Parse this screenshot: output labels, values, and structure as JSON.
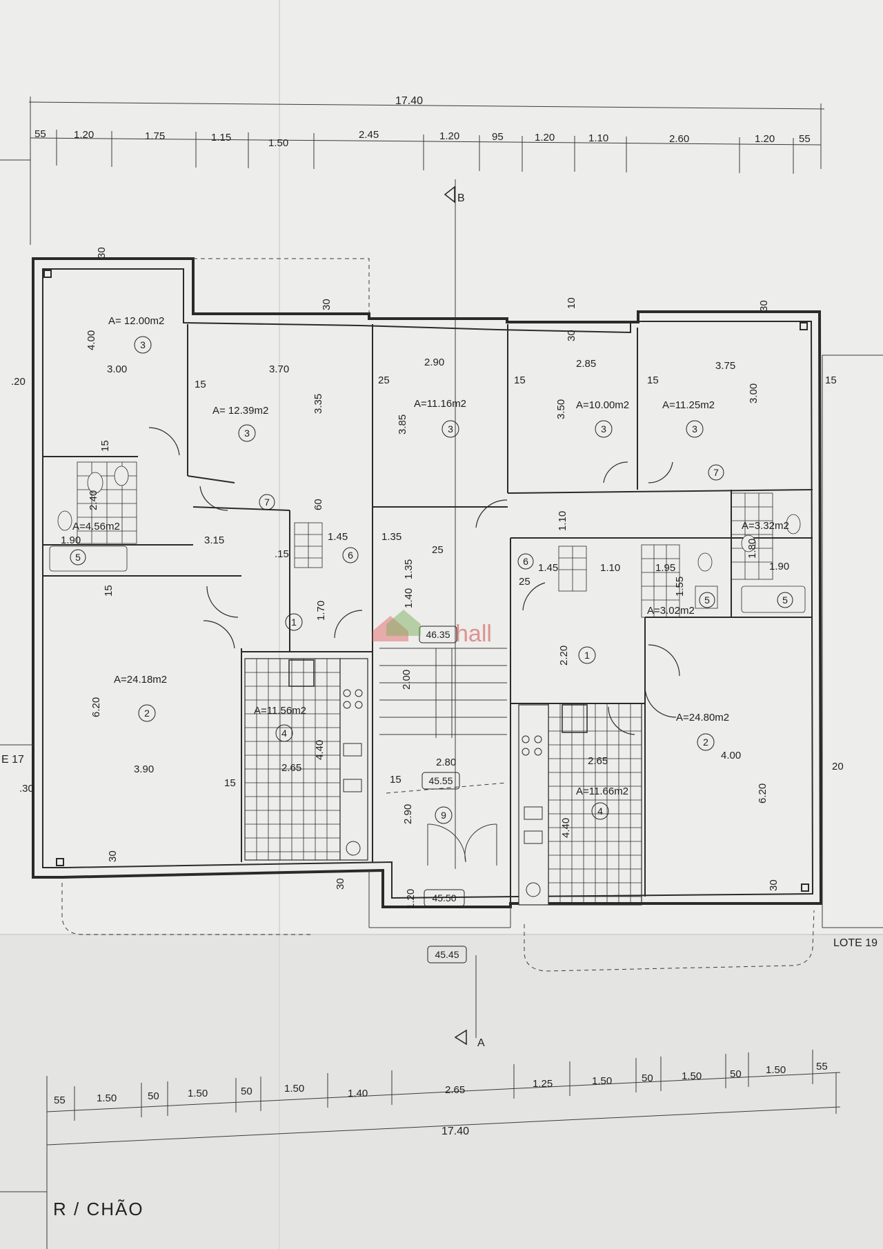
{
  "sheet_title": "R / CHÃO",
  "watermark": "hall",
  "colors": {
    "paper": "#ededeb",
    "ink": "#2a2a2a",
    "frame": "#1b1b1b",
    "watermark": "#d04646"
  },
  "section_marks": {
    "top": "B",
    "bottom": "A"
  },
  "lots": {
    "left": "E 17",
    "right": "LOTE 19"
  },
  "overall_top": "17.40",
  "overall_bottom": "17.40",
  "top_dims": [
    "55",
    "1.20",
    "1.75",
    "1.15",
    "1.50",
    "2.45",
    "1.20",
    "95",
    "1.20",
    "1.10",
    "2.60",
    "1.20",
    "55"
  ],
  "bottom_dims": [
    "55",
    "1.50",
    "50",
    "1.50",
    "50",
    "1.50",
    "1.40",
    "2.65",
    "1.25",
    "1.50",
    "50",
    "1.50",
    "50",
    "1.50",
    "55"
  ],
  "levels": [
    "46.35",
    "45.55",
    "45.50",
    "45.45"
  ],
  "rooms": [
    {
      "area": "A= 12.00m2",
      "num": "3",
      "w": "3.00",
      "h": "4.00"
    },
    {
      "area": "A= 12.39m2",
      "num": "3",
      "w": "3.70",
      "h": "3.35"
    },
    {
      "area": "A=11.16m2",
      "num": "3",
      "w": "2.90",
      "h": "3.85"
    },
    {
      "area": "A=10.00m2",
      "num": "3",
      "w": "2.85",
      "h": "3.50"
    },
    {
      "area": "A=11.25m2",
      "num": "3",
      "w": "3.75",
      "h": "3.00"
    },
    {
      "area": "A=24.18m2",
      "num": "2",
      "w": "3.90",
      "h": "6.20"
    },
    {
      "area": "A=24.80m2",
      "num": "2",
      "w": "4.00",
      "h": "6.20"
    },
    {
      "area": "A=11.56m2",
      "num": "4",
      "w": "2.65",
      "h": "4.40"
    },
    {
      "area": "A=11.66m2",
      "num": "4",
      "w": "2.65",
      "h": "4.40"
    },
    {
      "area": "A=4.56m2",
      "num": "5",
      "w": "1.90",
      "h": "2.40"
    },
    {
      "area": "A=3.32m2",
      "num": "5",
      "w": "1.90",
      "h": "1.80"
    },
    {
      "area": "A=3.02m2",
      "num": "5",
      "w": "1.95",
      "h": "1.55"
    }
  ],
  "misc_dims": [
    "30",
    "30",
    "10",
    "30",
    "30",
    ".20",
    ".30",
    "15",
    "15",
    "15",
    "15",
    "25",
    "15",
    "15",
    "15",
    "3.15",
    "1.45",
    "1.35",
    "1.35",
    "1.40",
    "1.70",
    "1.10",
    "1.10",
    "1.45",
    "2.20",
    "2.00",
    "2.80",
    "2.90",
    "1.20",
    "30",
    "30",
    "30",
    "20",
    "25",
    "25",
    "60",
    ".15",
    "15"
  ],
  "small_labels": [
    "1",
    "1",
    "6",
    "6",
    "7",
    "7",
    "9"
  ]
}
